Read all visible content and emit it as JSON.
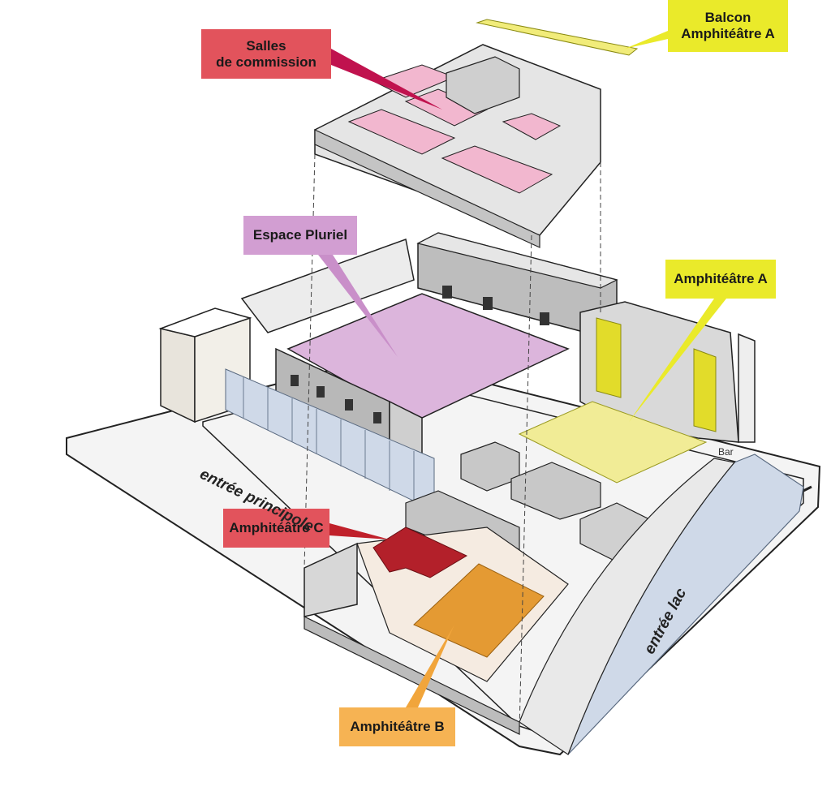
{
  "labels": {
    "salles": [
      "Salles",
      "de commission"
    ],
    "balcon": [
      "Balcon",
      "Amphitéâtre A"
    ],
    "espace_pluriel": "Espace Pluriel",
    "amphi_a": "Amphitéâtre A",
    "amphi_c": "Amphitéâtre C",
    "amphi_b": "Amphitéâtre B",
    "entree_principale": "entrée principole",
    "entree_lac": "entrée lac",
    "bar": "Bar"
  },
  "colors": {
    "salles": "#e2535c",
    "balcon": "#eaea2a",
    "espace_pluriel": "#d29ed2",
    "amphi_a": "#eaea2a",
    "amphi_c": "#e2535c",
    "amphi_b": "#f6b353",
    "room_pink": "#f2b7cf",
    "amphi_c_seats": "#b3202a",
    "amphi_b_seats": "#e49a33",
    "wall_grey": "#bfbfc1",
    "glass_blue": "#cfd9e8"
  }
}
